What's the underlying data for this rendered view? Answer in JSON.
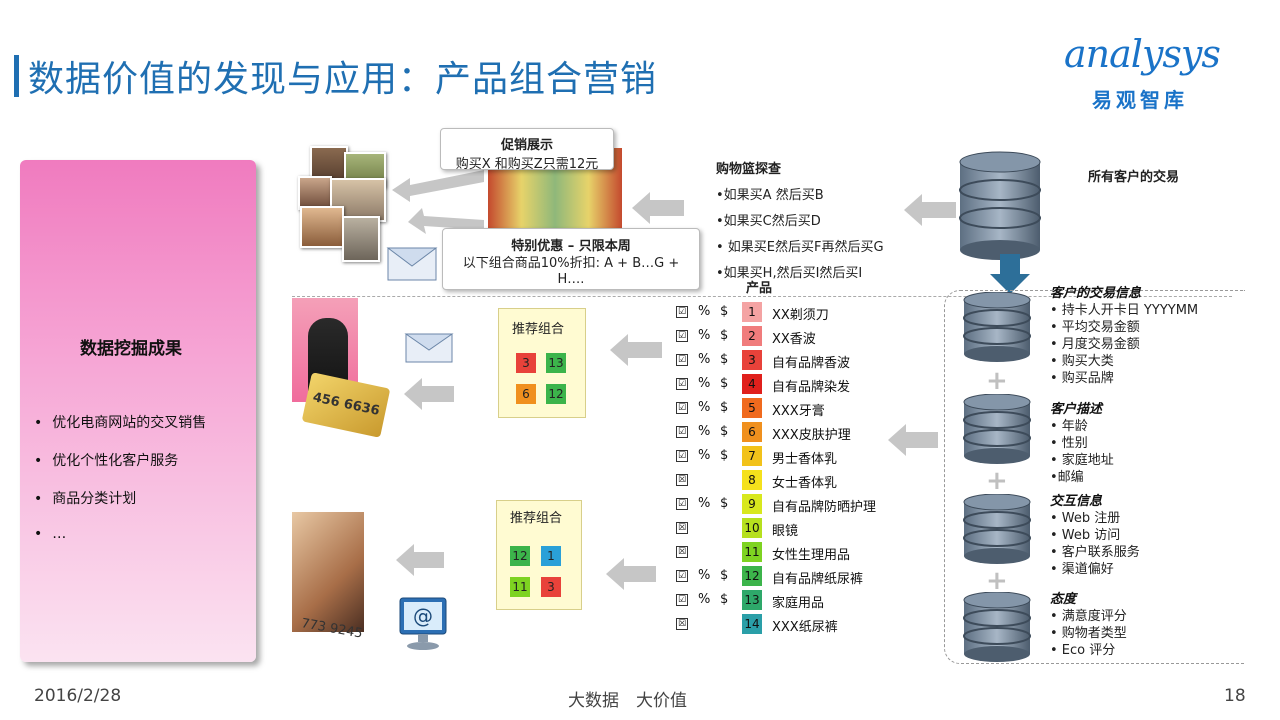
{
  "title": "数据价值的发现与应用：产品组合营销",
  "logo": {
    "en": "analysys",
    "cn": "易观智库"
  },
  "left_panel": {
    "title": "数据挖掘成果",
    "items": [
      "优化电商网站的交叉销售",
      "优化个性化客户服务",
      "商品分类计划",
      "…"
    ]
  },
  "promo": {
    "title": "促销展示",
    "text": "购买X 和购买Z只需12元"
  },
  "offer": {
    "title": "特别优惠 – 只限本周",
    "text": "以下组合商品10%折扣: A + B…G + H…."
  },
  "basket": {
    "title": "购物篮探查",
    "lines": [
      "•如果买A 然后买B",
      "•如果买C然后买D",
      "• 如果买E然后买F再然后买G",
      "•如果买H,然后买I然后买I"
    ]
  },
  "all_tx_label": "所有客户的交易",
  "card_number": "456 6636",
  "phone_number": "773 9245",
  "rec1": {
    "title": "推荐组合",
    "items": [
      {
        "n": "3",
        "color": "#e8423a"
      },
      {
        "n": "13",
        "color": "#3cb44b"
      },
      {
        "n": "6",
        "color": "#f0901e"
      },
      {
        "n": "12",
        "color": "#3cb44b"
      }
    ]
  },
  "rec2": {
    "title": "推荐组合",
    "items": [
      {
        "n": "12",
        "color": "#3cb44b"
      },
      {
        "n": "1",
        "color": "#2aa0d8"
      },
      {
        "n": "11",
        "color": "#7ed321"
      },
      {
        "n": "3",
        "color": "#e8423a"
      }
    ]
  },
  "products_header": "产品",
  "products": [
    {
      "chk": "☑",
      "pct": "%",
      "dol": "$",
      "n": "1",
      "name": "XX剃须刀",
      "color": "#f4a3a3"
    },
    {
      "chk": "☑",
      "pct": "%",
      "dol": "$",
      "n": "2",
      "name": "XX香波",
      "color": "#f07c7c"
    },
    {
      "chk": "☑",
      "pct": "%",
      "dol": "$",
      "n": "3",
      "name": "自有品牌香波",
      "color": "#e8423a"
    },
    {
      "chk": "☑",
      "pct": "%",
      "dol": "$",
      "n": "4",
      "name": "自有品牌染发",
      "color": "#e0201c"
    },
    {
      "chk": "☑",
      "pct": "%",
      "dol": "$",
      "n": "5",
      "name": "XXX牙膏",
      "color": "#f06a1e"
    },
    {
      "chk": "☑",
      "pct": "%",
      "dol": "$",
      "n": "6",
      "name": "XXX皮肤护理",
      "color": "#f0901e"
    },
    {
      "chk": "☑",
      "pct": "%",
      "dol": "$",
      "n": "7",
      "name": "男士香体乳",
      "color": "#f2c21a"
    },
    {
      "chk": "☒",
      "pct": "",
      "dol": "",
      "n": "8",
      "name": "女士香体乳",
      "color": "#f5e11c"
    },
    {
      "chk": "☑",
      "pct": "%",
      "dol": "$",
      "n": "9",
      "name": "自有品牌防晒护理",
      "color": "#d8e81e"
    },
    {
      "chk": "☒",
      "pct": "",
      "dol": "",
      "n": "10",
      "name": "眼镜",
      "color": "#b6e01e"
    },
    {
      "chk": "☒",
      "pct": "",
      "dol": "",
      "n": "11",
      "name": "女性生理用品",
      "color": "#7ed321"
    },
    {
      "chk": "☑",
      "pct": "%",
      "dol": "$",
      "n": "12",
      "name": "自有品牌纸尿裤",
      "color": "#3cb44b"
    },
    {
      "chk": "☑",
      "pct": "%",
      "dol": "$",
      "n": "13",
      "name": "家庭用品",
      "color": "#2ea86a"
    },
    {
      "chk": "☒",
      "pct": "",
      "dol": "",
      "n": "14",
      "name": "XXX纸尿裤",
      "color": "#2a9fa8"
    }
  ],
  "sections": [
    {
      "title": "客户的交易信息",
      "lines": [
        "• 持卡人开卡日 YYYYMM",
        "• 平均交易金额",
        "• 月度交易金额",
        "• 购买大类",
        "• 购买品牌"
      ]
    },
    {
      "title": "客户描述",
      "lines": [
        "• 年龄",
        "• 性别",
        "• 家庭地址",
        "•邮编"
      ]
    },
    {
      "title": "交互信息",
      "lines": [
        "• Web 注册",
        "• Web 访问",
        "• 客户联系服务",
        "• 渠道偏好"
      ]
    },
    {
      "title": "态度",
      "lines": [
        "• 满意度评分",
        "• 购物者类型",
        "• Eco 评分"
      ]
    }
  ],
  "footer": {
    "date": "2016/2/28",
    "center": "大数据　大价值",
    "page": "18"
  }
}
